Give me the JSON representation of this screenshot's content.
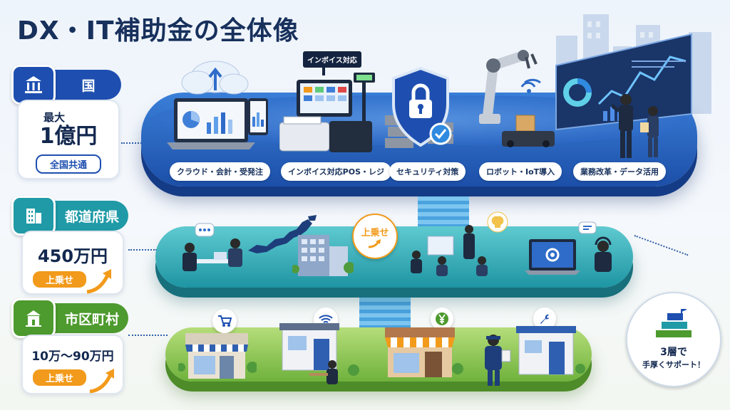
{
  "title": "DX・IT補助金の全体像",
  "levels": [
    {
      "name": "国",
      "amount": "1億円",
      "amount_prefix": "最大",
      "badge": "全国共通",
      "color": "#1e4fb0"
    },
    {
      "name": "都道府県",
      "amount": "450万円",
      "badge": "上乗せ",
      "color": "#1f9aa6"
    },
    {
      "name": "市区町村",
      "amount": "10万〜90万円",
      "badge": "上乗せ",
      "color": "#4d9a2e"
    }
  ],
  "top_platform": {
    "pos_sign": "インボイス対応",
    "items": [
      "クラウド・会計・受発注",
      "インボイス対応POS・レジ",
      "セキュリティ対策",
      "ロボット・IoT導入",
      "業務改革・データ活用"
    ]
  },
  "mid_platform": {
    "uplift_bubble": "上乗せ"
  },
  "side_bubble": {
    "line1": "3層で",
    "line2": "手厚くサポート！"
  },
  "icons": {
    "low_bubbles": [
      "cart-icon",
      "wifi-icon",
      "yen-icon",
      "wrench-icon"
    ]
  },
  "colors": {
    "accent_orange": "#f29a1b",
    "navy": "#17305c"
  }
}
